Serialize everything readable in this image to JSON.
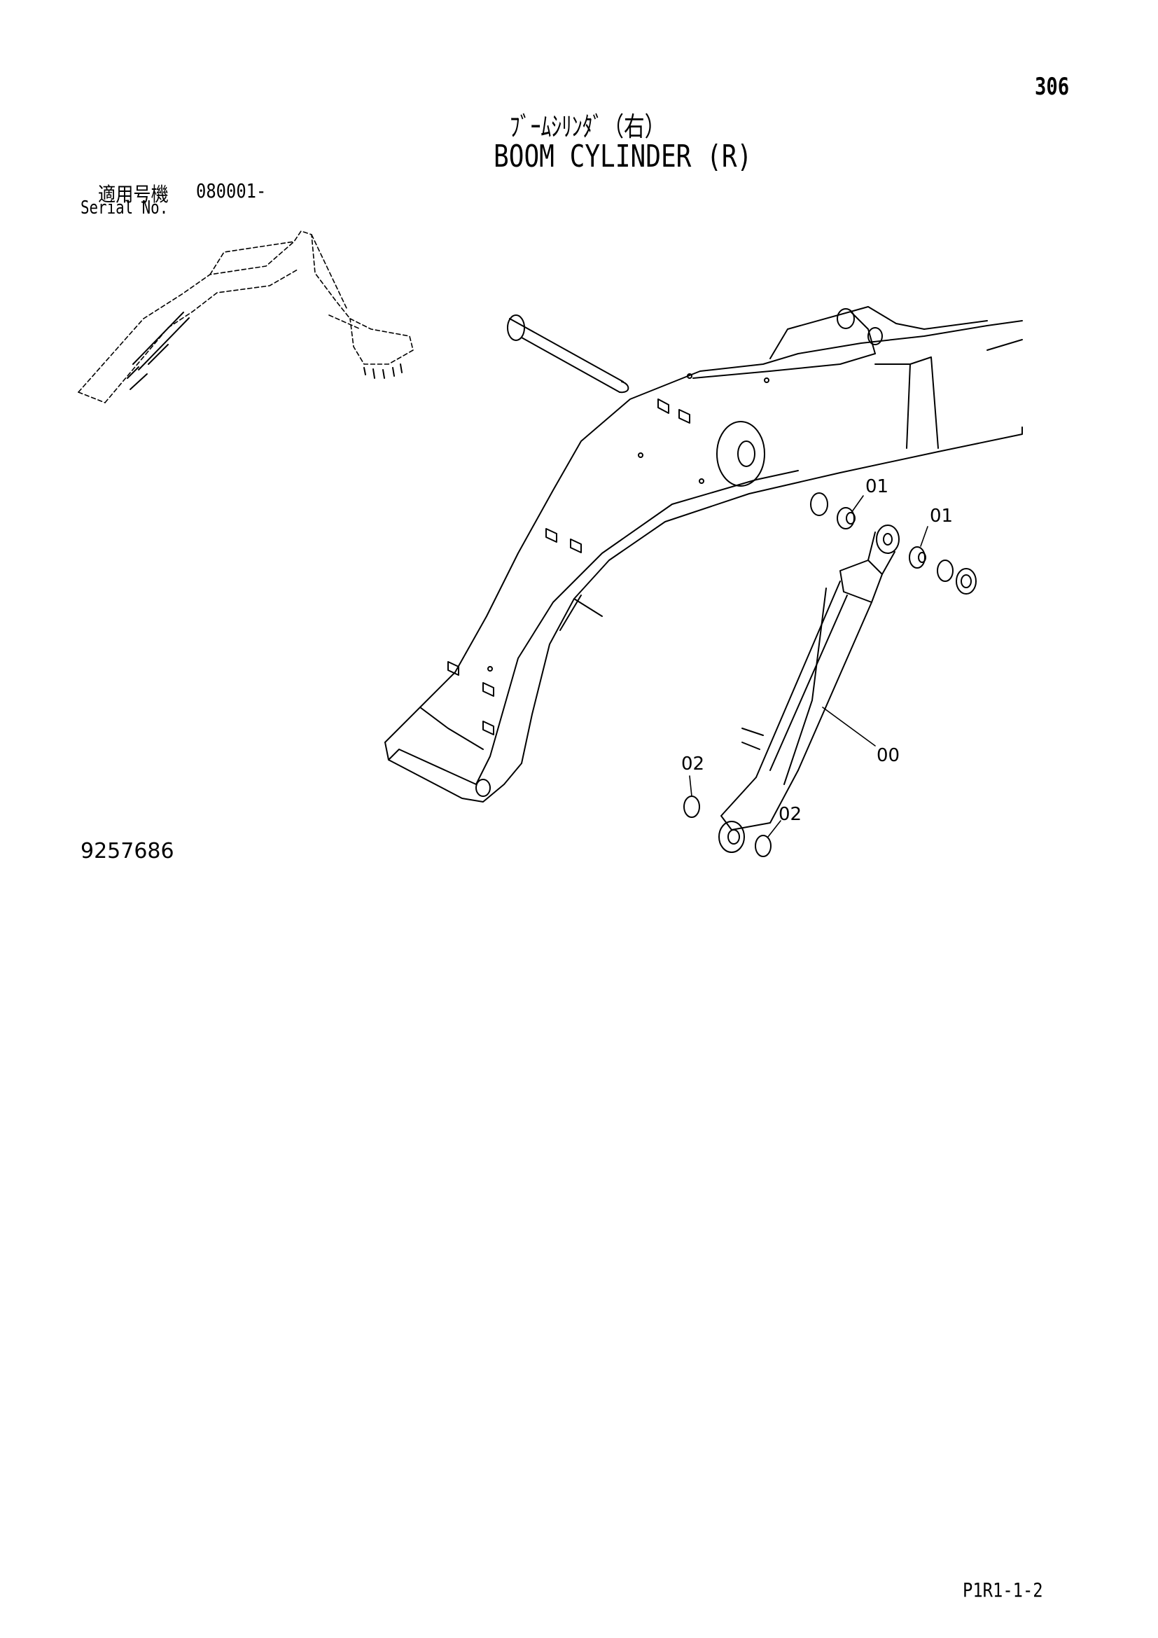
{
  "page_number": "306",
  "title_jp": "ﾌﾞｰﾑｼﾘﾝﾀﾞ（右）",
  "title_en": "BOOM CYLINDER (R)",
  "serial": {
    "label_jp": "適用号機",
    "value": "080001-",
    "label_en": "Serial No."
  },
  "drawing_number": "9257686",
  "page_code": "P1R1-1-2",
  "callouts": {
    "c01a": "01",
    "c01b": "01",
    "c00": "00",
    "c02a": "02",
    "c02b": "02"
  }
}
